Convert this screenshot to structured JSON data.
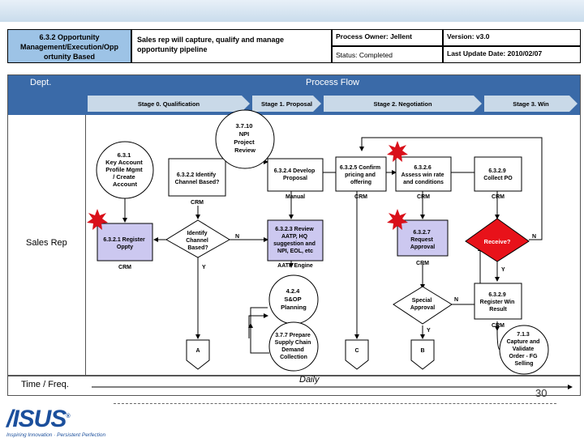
{
  "header": {
    "title": "6.3.2 Opportunity Management/Execution/Opportunity Based",
    "title_lines": [
      "6.3.2 Opportunity",
      "Management/Execution/Opp",
      "ortunity Based"
    ],
    "desc_lines": [
      "Sales rep will capture, qualify and manage",
      "opportunity pipeline"
    ],
    "owner": "Process Owner: Jellent",
    "version": "Version: v3.0",
    "status": "Status: Completed",
    "last_update": "Last Update Date: 2010/02/07"
  },
  "dept_label": "Dept.",
  "flow_title": "Process Flow",
  "stages": [
    "Stage 0. Qualification",
    "Stage 1. Proposal",
    "Stage 2. Negotiation",
    "Stage 3. Win"
  ],
  "lane": "Sales Rep",
  "time_label": "Time / Freq.",
  "time_value": "Daily",
  "nodes": {
    "n1": [
      "6.3.1",
      "Key Account",
      "Profile Mgmt",
      "/ Create",
      "Account"
    ],
    "n2": [
      "6.3.2.2 Identify",
      "Channel Based?"
    ],
    "n2_tag": "CRM",
    "n3": [
      "6.3.2.1 Register",
      "Oppty"
    ],
    "n3_tag": "CRM",
    "d1": [
      "Identify",
      "Channel",
      "Based?"
    ],
    "n4": [
      "3.7.10",
      "NPI",
      "Project",
      "Review"
    ],
    "n5": [
      "6.3.2.4 Develop",
      "Proposal"
    ],
    "n5_tag": "Manual",
    "n6": [
      "6.3.2.3 Review",
      "AATP, HQ",
      "suggestion and",
      "NPI, EOL, etc"
    ],
    "n6_tag": "AATP Engine",
    "n7": [
      "4.2.4",
      "S&OP",
      "Planning"
    ],
    "n8": [
      "3.7.7 Prepare",
      "Supply Chain",
      "Demand",
      "Collection"
    ],
    "n9": [
      "6.3.2.5 Confirm",
      "pricing and",
      "offering"
    ],
    "n9_tag": "CRM",
    "n10": [
      "6.3.2.6",
      "Assess win rate",
      "and conditions"
    ],
    "n10_tag": "CRM",
    "n11": [
      "6.3.2.7",
      "Request",
      "Approval"
    ],
    "n11_tag": "CRM",
    "d2": [
      "Special",
      "Approval"
    ],
    "n12": [
      "6.3.2.9",
      "Collect PO"
    ],
    "n12_tag": "CRM",
    "d3": "Receive?",
    "n13": [
      "6.3.2.9",
      "Register Win",
      "Result"
    ],
    "n13_tag": "CRM",
    "n14": [
      "7.1.3",
      "Capture and",
      "Validate",
      "Order - FG",
      "Selling"
    ],
    "conn_a": "A",
    "conn_b": "B",
    "conn_c": "C",
    "yes": "Y",
    "no": "N"
  },
  "page_number": "30",
  "logo": {
    "text": "/ISUS",
    "tagline": "Inspiring Innovation · Persistent Perfection"
  },
  "colors": {
    "header_blue": "#3a6aa8",
    "stage_fill": "#c9d9e8",
    "task_highlight": "#ccc8f0",
    "decision_red": "#e8121a",
    "star_red": "#d9101a",
    "logo_blue": "#1b4f9c"
  }
}
